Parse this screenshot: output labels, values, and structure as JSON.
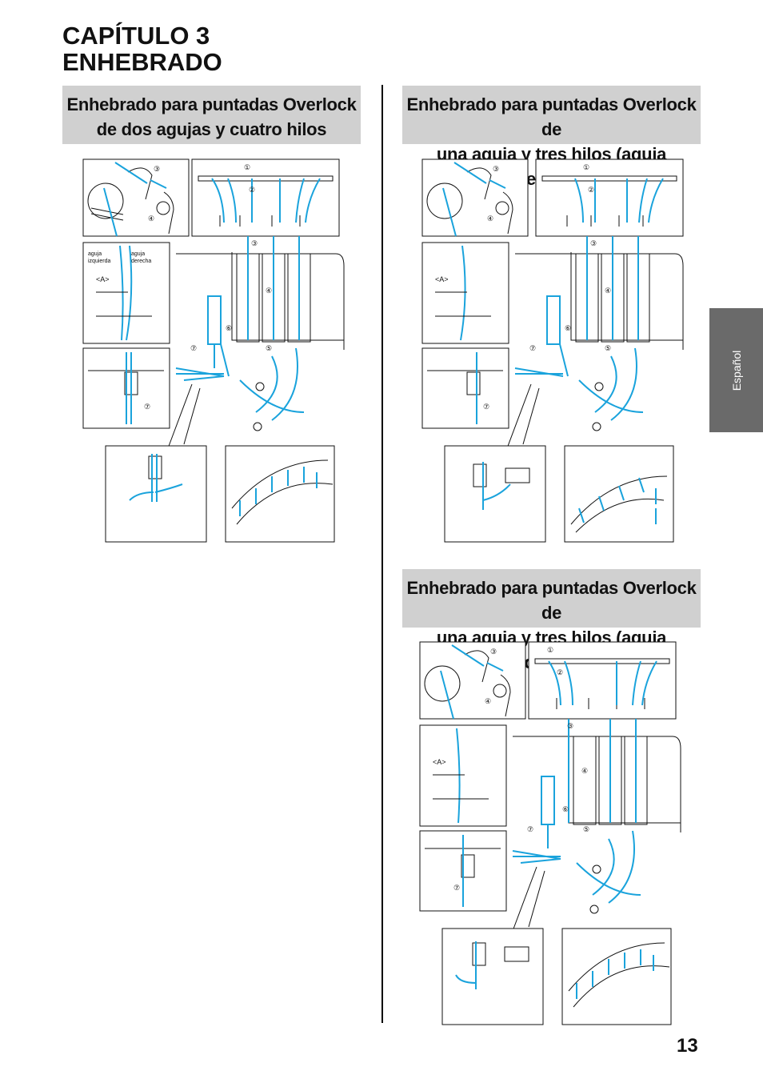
{
  "chapter": {
    "line1": "CAPÍTULO 3",
    "line2": "ENHEBRADO"
  },
  "sections": [
    {
      "title_line1": "Enhebrado para puntadas Overlock",
      "title_line2": "de dos agujas y cuatro hilos"
    },
    {
      "title_line1": "Enhebrado para puntadas Overlock de",
      "title_line2": "una aguja y tres hilos (aguja derecha)"
    },
    {
      "title_line1": "Enhebrado para puntadas Overlock de",
      "title_line2": "una aguja y tres hilos (aguja izquierda)"
    }
  ],
  "figure_labels": {
    "n1": "①",
    "n2": "②",
    "n3": "③",
    "n4": "④",
    "n5": "⑤",
    "n6": "⑥",
    "n7": "⑦",
    "a_marker": "<A>",
    "left_needle_1": "aguja",
    "left_needle_2": "izquierda",
    "right_needle_1": "aguja",
    "right_needle_2": "derecha"
  },
  "side_tab": "Español",
  "page_number": "13",
  "colors": {
    "thread": "#1aa3dc",
    "section_bg": "#d0d0d0",
    "side_tab_bg": "#6a6a6a"
  }
}
